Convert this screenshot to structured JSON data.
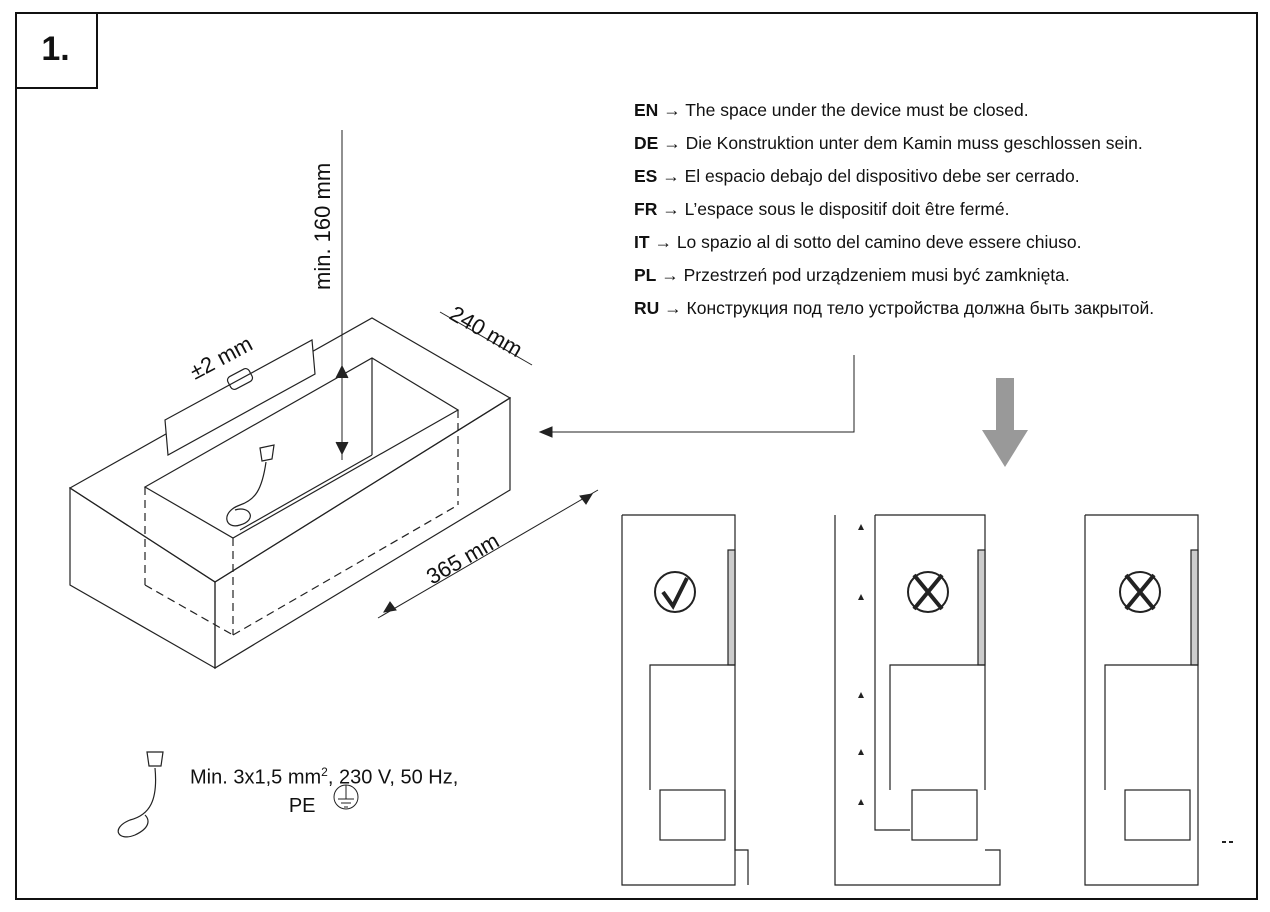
{
  "step_number": "1.",
  "notes": [
    {
      "lang": "EN",
      "arrow": "→",
      "text": "The space under the device must be closed."
    },
    {
      "lang": "DE",
      "arrow": "→",
      "text": "Die Konstruktion unter dem Kamin muss geschlossen sein."
    },
    {
      "lang": "ES",
      "arrow": "→",
      "text": "El espacio debajo del dispositivo debe ser cerrado."
    },
    {
      "lang": "FR",
      "arrow": "→",
      "text": "L’espace sous le dispositif doit être fermé."
    },
    {
      "lang": "IT",
      "arrow": "→",
      "text": "Lo spazio al di sotto del camino deve essere chiuso."
    },
    {
      "lang": "PL",
      "arrow": "→",
      "text": "Przestrzeń pod urządzeniem musi być zamknięta."
    },
    {
      "lang": "RU",
      "arrow": "→",
      "text": "Конструкция под тело устройства должна быть закрытой."
    }
  ],
  "dimensions": {
    "height_min": "min. 160 mm",
    "depth": "240 mm",
    "length": "365 mm",
    "level": "±2 mm"
  },
  "electrical": {
    "line1_pre": "Min. 3x1,5 mm",
    "line1_sup": "2",
    "line1_post": ", 230 V, 50 Hz,",
    "line2": "PE"
  },
  "variants": [
    {
      "status": "correct",
      "icon": "check-icon"
    },
    {
      "status": "incorrect",
      "icon": "cross-icon"
    },
    {
      "status": "incorrect",
      "icon": "cross-icon"
    }
  ]
}
